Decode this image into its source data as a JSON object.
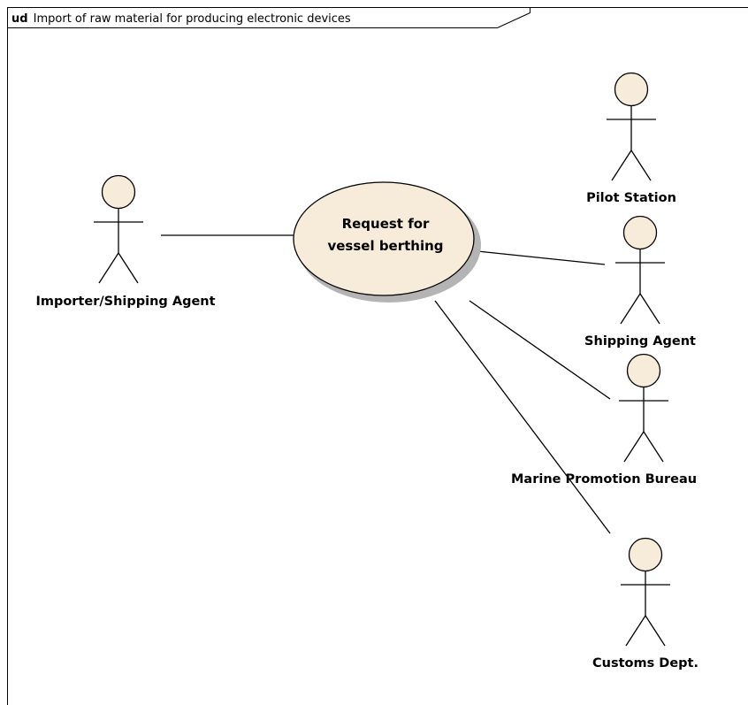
{
  "diagram": {
    "frame": {
      "keyword": "ud",
      "title": "Import of raw material for producing electronic devices"
    },
    "use_case": {
      "lines": [
        "Request for",
        "vessel berthing"
      ]
    },
    "actors": [
      {
        "id": "importer",
        "label": "Importer/Shipping Agent"
      },
      {
        "id": "pilot",
        "label": "Pilot Station"
      },
      {
        "id": "shipping",
        "label": "Shipping Agent"
      },
      {
        "id": "marine",
        "label": "Marine Promotion Bureau"
      },
      {
        "id": "customs",
        "label": "Customs Dept."
      }
    ],
    "associations": [
      "importer",
      "shipping",
      "marine",
      "customs"
    ],
    "colors": {
      "fill": "#f7ebd9",
      "stroke": "#000000",
      "shadow": "#b4b4b4",
      "background": "#ffffff"
    }
  }
}
